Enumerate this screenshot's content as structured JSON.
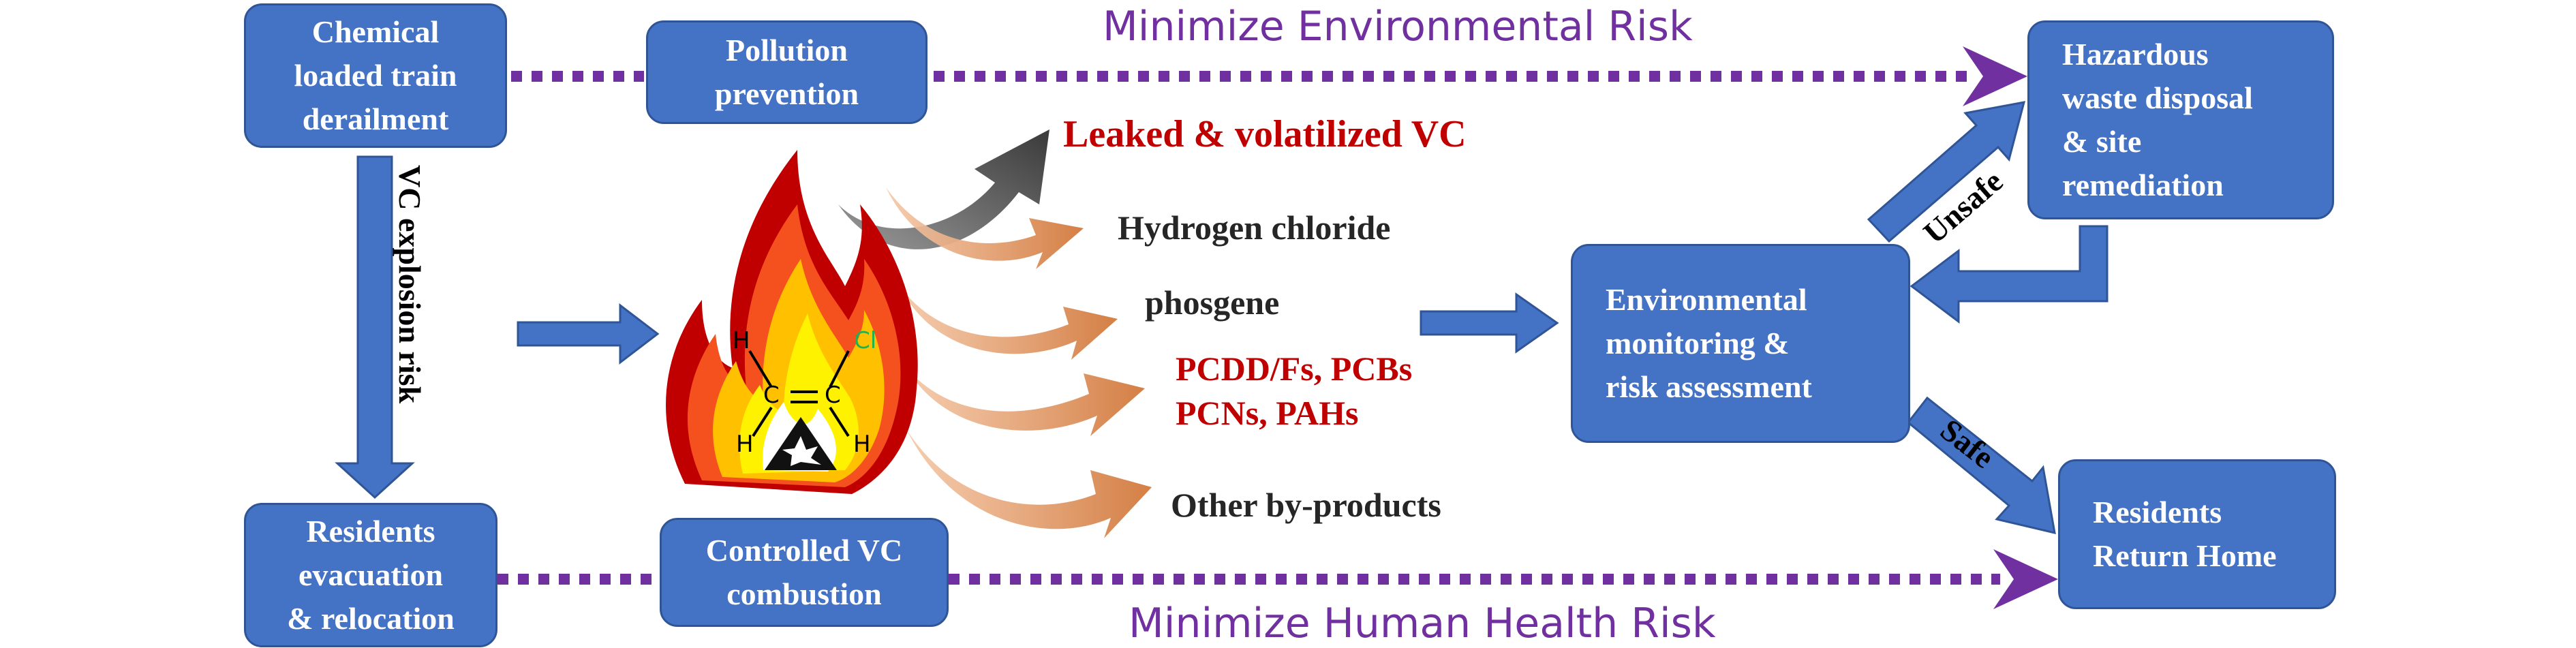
{
  "boxes": {
    "train_derailment": [
      "Chemical",
      "loaded train",
      "derailment"
    ],
    "pollution_prevention": [
      "Pollution",
      "prevention"
    ],
    "hazardous_waste": [
      "Hazardous",
      "waste disposal",
      "& site",
      "remediation"
    ],
    "environmental_monitoring": [
      "Environmental",
      "monitoring &",
      "risk assessment"
    ],
    "residents_evacuation": [
      "Residents",
      "evacuation",
      "& relocation"
    ],
    "controlled_combustion": [
      "Controlled VC",
      "combustion"
    ],
    "residents_return": [
      "Residents",
      "Return Home"
    ]
  },
  "goals": {
    "environmental": "Minimize Environmental Risk",
    "human_health": "Minimize Human Health Risk"
  },
  "products": {
    "leaked": "Leaked & volatilized VC",
    "hcl": "Hydrogen chloride",
    "phosgene": "phosgene",
    "dioxins_line1": "PCDD/Fs, PCBs",
    "dioxins_line2": "PCNs, PAHs",
    "other": "Other by-products"
  },
  "arrow_labels": {
    "vc_explosion_risk": "VC explosion risk",
    "unsafe": "Unsafe",
    "safe": "Safe"
  },
  "molecule": {
    "h_top": "H",
    "cl": "Cl",
    "c_left": "C",
    "c_right": "C",
    "h_bottom_left": "H",
    "h_bottom_right": "H"
  },
  "colors": {
    "box_fill": "#4472C4",
    "box_border": "#2F5597",
    "goal_purple": "#7030A0",
    "hazard_red": "#C00000",
    "plume_orange": "#D9895A",
    "vapor_gray": "#404040"
  }
}
